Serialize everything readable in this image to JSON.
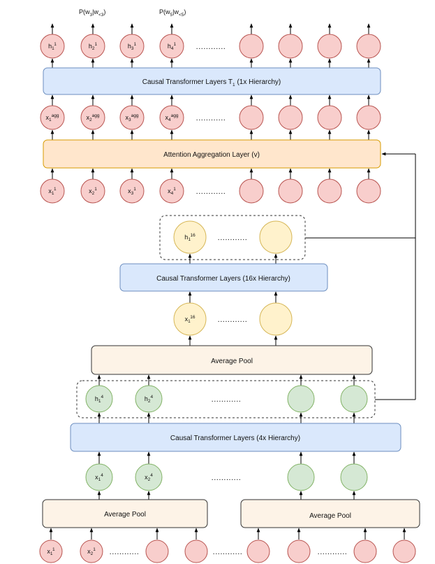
{
  "colors": {
    "pink_fill": "#f8cecc",
    "pink_stroke": "#b85450",
    "yellow_fill": "#fff2cc",
    "yellow_stroke": "#d6b656",
    "green_fill": "#d5e8d4",
    "green_stroke": "#82b366",
    "blue_fill": "#dae8fc",
    "blue_stroke": "#6c8ebf",
    "orange_fill": "#ffe6cc",
    "orange_stroke": "#d79b00",
    "cream_fill": "#fdf3e7",
    "cream_stroke": "#333333"
  },
  "boxes": {
    "transformer_1x": "Causal Transformer Layers T",
    "transformer_1x_sub": "1",
    "transformer_1x_suffix": " (1x Hierarchy)",
    "attention": "Attention Aggregation Layer (v)",
    "transformer_16x": "Causal Transformer Layers (16x Hierarchy)",
    "avgpool_mid": "Average Pool",
    "transformer_4x": "Causal Transformer Layers (4x Hierarchy)",
    "avgpool_left": "Average Pool",
    "avgpool_right": "Average Pool"
  },
  "prob_labels": {
    "p1_main": "P(w",
    "p1_sub1": "3",
    "p1_mid": "|w",
    "p1_sub2": "<3",
    "p1_end": ")",
    "p2_main": "P(w",
    "p2_sub1": "5",
    "p2_mid": "|w",
    "p2_sub2": "<5",
    "p2_end": ")"
  },
  "nodes": {
    "h1": {
      "base": "h",
      "sub": "1",
      "sup": "1"
    },
    "h2": {
      "base": "h",
      "sub": "2",
      "sup": "1"
    },
    "h3": {
      "base": "h",
      "sub": "3",
      "sup": "1"
    },
    "h4": {
      "base": "h",
      "sub": "4",
      "sup": "1"
    },
    "xa1": {
      "base": "x",
      "sub": "1",
      "sup": "agg"
    },
    "xa2": {
      "base": "x",
      "sub": "2",
      "sup": "agg"
    },
    "xa3": {
      "base": "x",
      "sub": "3",
      "sup": "agg"
    },
    "xa4": {
      "base": "x",
      "sub": "4",
      "sup": "agg"
    },
    "xi1": {
      "base": "x",
      "sub": "1",
      "sup": "1"
    },
    "xi2": {
      "base": "x",
      "sub": "2",
      "sup": "1"
    },
    "xi3": {
      "base": "x",
      "sub": "3",
      "sup": "1"
    },
    "xi4": {
      "base": "x",
      "sub": "4",
      "sup": "1"
    },
    "h16": {
      "base": "h",
      "sub": "1",
      "sup": "16"
    },
    "x16": {
      "base": "x",
      "sub": "1",
      "sup": "16"
    },
    "h4a": {
      "base": "h",
      "sub": "1",
      "sup": "4"
    },
    "h4b": {
      "base": "h",
      "sub": "2",
      "sup": "4"
    },
    "x4a": {
      "base": "x",
      "sub": "1",
      "sup": "4"
    },
    "x4b": {
      "base": "x",
      "sub": "2",
      "sup": "4"
    },
    "xb1": {
      "base": "x",
      "sub": "1",
      "sup": "1"
    },
    "xb2": {
      "base": "x",
      "sub": "2",
      "sup": "1"
    }
  },
  "ellipsis": "............"
}
